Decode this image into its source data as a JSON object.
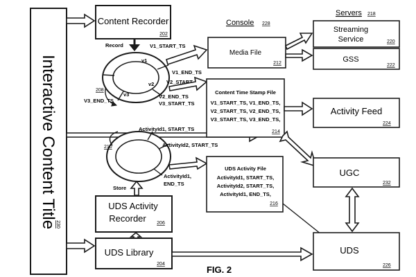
{
  "figure": {
    "caption": "FIG. 2",
    "side_title": "Interactive Content Title",
    "side_title_ref": "230"
  },
  "headers": {
    "console": "Console",
    "console_ref": "228",
    "servers": "Servers",
    "servers_ref": "218"
  },
  "boxes": {
    "content_recorder": {
      "label": "Content Recorder",
      "ref": "202"
    },
    "media_file": {
      "label": "Media File",
      "ref": "212"
    },
    "streaming_service": {
      "line1": "Streaming",
      "line2": "Service",
      "ref": "220"
    },
    "gss": {
      "label": "GSS",
      "ref": "222"
    },
    "content_ts_file": {
      "title": "Content Time Stamp File",
      "lines": [
        "V1_START_TS, V1_END_TS,",
        "V2_START_TS, V2_END_TS,",
        "V3_START_TS, V3_END_TS,"
      ],
      "ref": "214"
    },
    "activity_feed": {
      "label": "Activity Feed",
      "ref": "224"
    },
    "uds_activity_file": {
      "title": "UDS Activity File",
      "lines": [
        "ActivityId1, START_TS,",
        "ActivityId2, START_TS,",
        "ActivityId1, END_TS,"
      ],
      "ref": "216"
    },
    "ugc": {
      "label": "UGC",
      "ref": "232"
    },
    "uds_activity_recorder": {
      "line1": "UDS Activity",
      "line2": "Recorder",
      "ref": "206"
    },
    "uds_library": {
      "label": "UDS Library",
      "ref": "204"
    },
    "uds": {
      "label": "UDS",
      "ref": "226"
    }
  },
  "ring_top": {
    "ref": "208",
    "record_label": "Record",
    "segments": [
      "v1",
      "v2",
      "v3"
    ],
    "labels": {
      "v1_start": "V1_START_TS",
      "v1_end": "V1_END_TS",
      "v2_start": "V2_START_TS",
      "v2_end": "V2_END_TS",
      "v3_start": "V3_START_TS",
      "v3_end": "V3_END_TS"
    }
  },
  "ring_bottom": {
    "ref": "210",
    "store_label": "Store",
    "labels": {
      "a1_start": "ActivityId1, START_TS",
      "a2_start": "ActivityId2, START_TS",
      "a1_end_line1": "ActivityId1,",
      "a1_end_line2": "END_TS"
    }
  }
}
